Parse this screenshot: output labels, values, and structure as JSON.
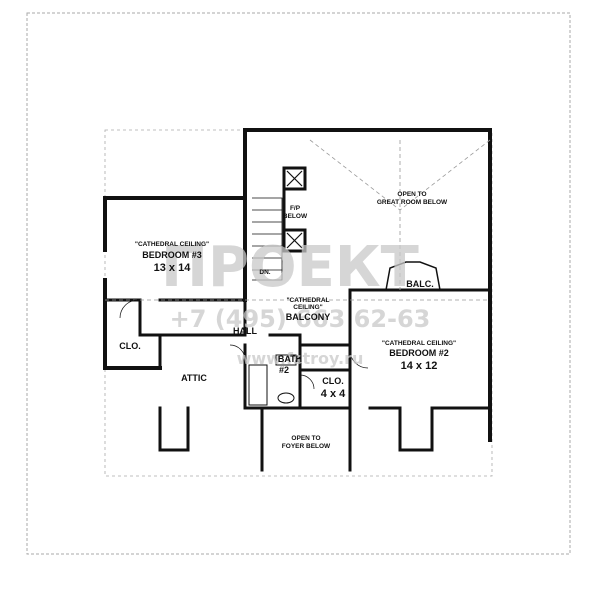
{
  "rooms": {
    "bedroom3": {
      "note": "\"CATHEDRAL CEILING\"",
      "name": "BEDROOM #3",
      "size": "13 x 14"
    },
    "bedroom2": {
      "note": "\"CATHEDRAL CEILING\"",
      "name": "BEDROOM #2",
      "size": "14 x 12"
    },
    "balcony": {
      "note_line1": "\"CATHEDRAL",
      "note_line2": "CEILING\"",
      "name": "BALCONY"
    },
    "great_room": {
      "line1": "OPEN TO",
      "line2": "GREAT ROOM BELOW"
    },
    "foyer": {
      "line1": "OPEN TO",
      "line2": "FOYER BELOW"
    },
    "fireplace": {
      "line1": "F/P",
      "line2": "BELOW"
    },
    "bath": {
      "name": "BATH",
      "num": "#2"
    },
    "closet_small": {
      "name": "CLO."
    },
    "closet_walk": {
      "name": "CLO.",
      "size": "4 x 4"
    },
    "hall": {
      "name": "HALL"
    },
    "attic": {
      "name": "ATTIC"
    },
    "balc": {
      "name": "BALC."
    },
    "stair_dn": {
      "name": "DN."
    }
  },
  "watermark": {
    "logo_text": "ПРОЕКТ",
    "phone": "+7 (495) 663 62-63",
    "url": "www.fstroy.ru"
  }
}
